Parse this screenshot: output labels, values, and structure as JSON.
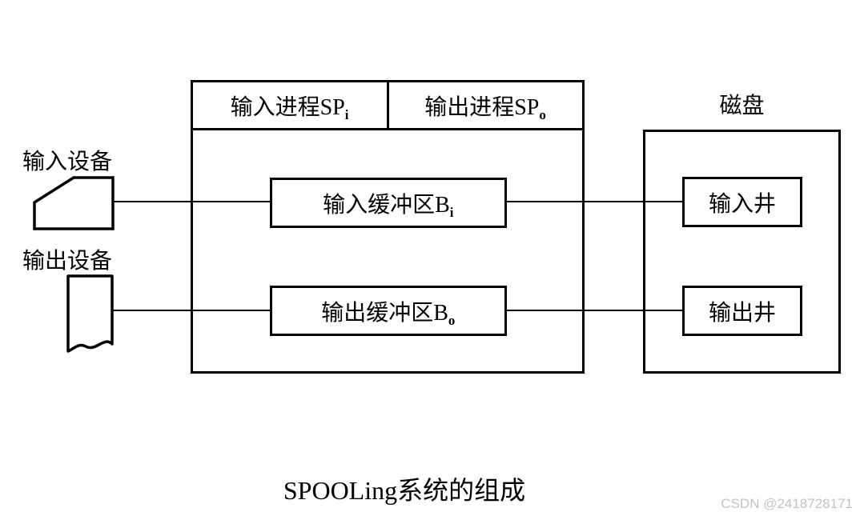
{
  "diagram": {
    "header": {
      "input_process": {
        "text": "输入进程SP",
        "sub": "i"
      },
      "output_process": {
        "text": "输出进程SP",
        "sub": "o"
      }
    },
    "buffers": {
      "input": {
        "text": "输入缓冲区B",
        "sub": "i"
      },
      "output": {
        "text": "输出缓冲区B",
        "sub": "o"
      }
    },
    "disk": {
      "label": "磁盘",
      "input_well": "输入井",
      "output_well": "输出井"
    },
    "devices": {
      "input_label": "输入设备",
      "output_label": "输出设备"
    },
    "caption": "SPOOLing系统的组成",
    "watermark": "CSDN @2418728171",
    "colors": {
      "line": "#000000",
      "background": "#ffffff",
      "watermark_text": "#c3c3c3"
    }
  }
}
